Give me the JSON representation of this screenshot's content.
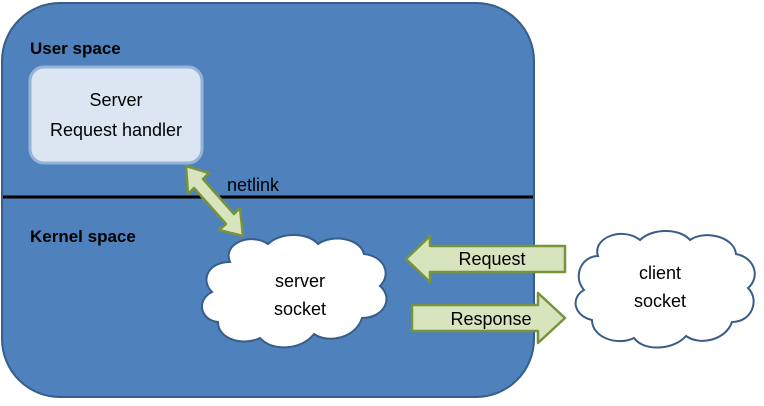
{
  "regions": {
    "user_space": {
      "label": "User space"
    },
    "kernel_space": {
      "label": "Kernel space"
    }
  },
  "request_handler": {
    "line1": "Server",
    "line2": "Request handler"
  },
  "netlink": {
    "label": "netlink"
  },
  "server_socket": {
    "line1": "server",
    "line2": "socket"
  },
  "client_socket": {
    "line1": "client",
    "line2": "socket"
  },
  "arrows": {
    "request": {
      "label": "Request"
    },
    "response": {
      "label": "Response"
    }
  },
  "colors": {
    "container_fill": "#4f81bd",
    "container_stroke": "#385d8a",
    "handler_fill": "#dce6f2",
    "handler_stroke": "#95b3d7",
    "arrow_fill": "#d7e4bd",
    "arrow_stroke": "#77933c",
    "divider": "#000000"
  }
}
